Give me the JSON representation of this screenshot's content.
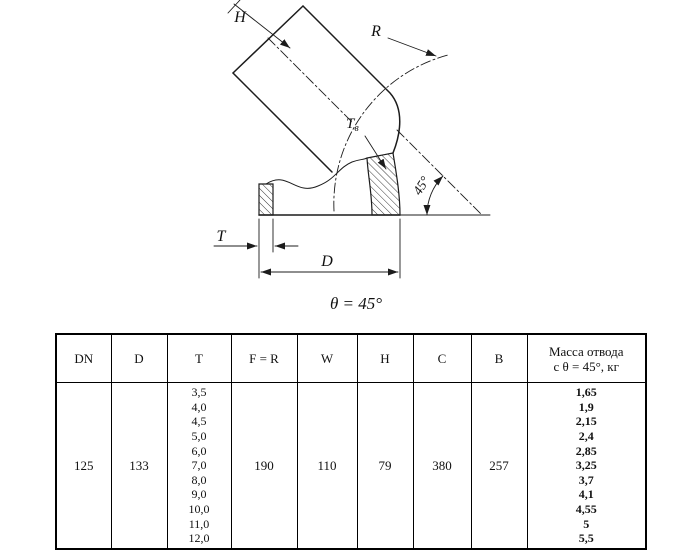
{
  "drawing": {
    "labels": {
      "h": "H",
      "r": "R",
      "t_wall_main": "T",
      "t_wall_sub": "в",
      "angle_45": "45°",
      "t": "T",
      "d": "D",
      "theta_note": "θ = 45°"
    }
  },
  "table": {
    "headers": {
      "dn": "DN",
      "d": "D",
      "t": "T",
      "f": "F = R",
      "w": "W",
      "h": "H",
      "c": "C",
      "b": "B",
      "mass": [
        "Масса отвода",
        "с θ = 45°, кг"
      ]
    },
    "row": {
      "dn": "125",
      "d": "133",
      "t_values": [
        "3,5",
        "4,0",
        "4,5",
        "5,0",
        "6,0",
        "7,0",
        "8,0",
        "9,0",
        "10,0",
        "11,0",
        "12,0"
      ],
      "f": "190",
      "w": "110",
      "h": "79",
      "c": "380",
      "b": "257",
      "mass_values": [
        "1,65",
        "1,9",
        "2,15",
        "2,4",
        "2,85",
        "3,25",
        "3,7",
        "4,1",
        "4,55",
        "5",
        "5,5"
      ]
    }
  }
}
